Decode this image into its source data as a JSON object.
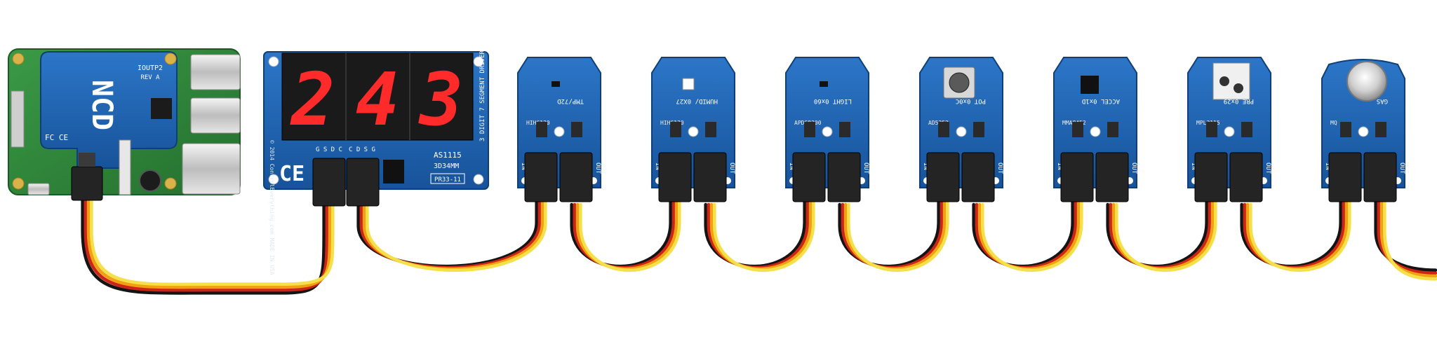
{
  "hub": {
    "brand": "NCD",
    "header_label": "IOUTP2",
    "rev_label": "REV A",
    "fcc_mark": "FC CE",
    "colors": {
      "board": "#1c61b0",
      "pi_board": "#2f8b3a",
      "gold": "#d9b24a"
    }
  },
  "display_board": {
    "digits": [
      "2",
      "4",
      "3"
    ],
    "chip": "AS1115",
    "part": "3D34MM",
    "title": "3 DIGIT 7 SEGMENT DRIVER",
    "code": "PR33-11",
    "footer": "© 2014 ControlEverything.com MADE IN USA",
    "pin_labels_left": "G S D C",
    "pin_labels_right": "C D S G",
    "colors": {
      "segment_on": "#ff2a2a",
      "segment_glow": "#c01414",
      "panel": "#1a1a1a"
    }
  },
  "sensor_modules": [
    {
      "label": "TMP/72D",
      "part": "HIH6130",
      "in_label": "IN",
      "out_label": "OUT"
    },
    {
      "label": "HUMID/ 0X27",
      "part": "HIH6130",
      "in_label": "IN",
      "out_label": "OUT"
    },
    {
      "label": "LIGHT 0x60",
      "part": "APDS9300",
      "in_label": "IN",
      "out_label": "OUT"
    },
    {
      "label": "POT 0x0C",
      "part": "AD5252",
      "in_label": "IN",
      "out_label": "OUT"
    },
    {
      "label": "ACCEL 0x1D",
      "part": "MMA8452",
      "in_label": "IN",
      "out_label": "OUT"
    },
    {
      "label": "PRE 0x29",
      "part": "MPL3115",
      "in_label": "IN",
      "out_label": "OUT"
    },
    {
      "label": "GAS",
      "part": "MQ",
      "in_label": "IN",
      "out_label": "OUT"
    }
  ],
  "wire_colors": {
    "gnd": "#141414",
    "sda": "#cc2416",
    "vcc": "#f0a010",
    "scl": "#f5e04a"
  }
}
